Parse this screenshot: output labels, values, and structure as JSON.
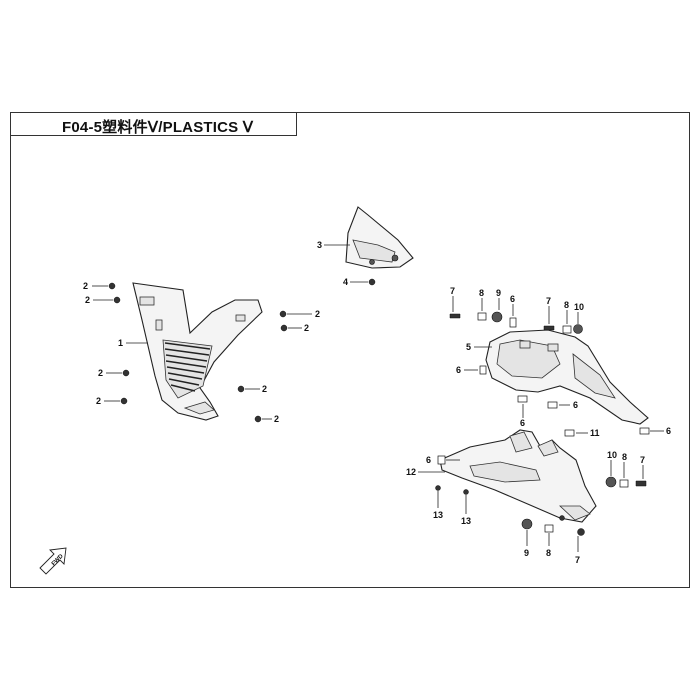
{
  "header": {
    "title": "F04-5塑料件Ⅴ/PLASTICS Ⅴ"
  },
  "callouts": {
    "c1": "1",
    "c2": "2",
    "c3": "3",
    "c4": "4",
    "c5": "5",
    "c6": "6",
    "c7": "7",
    "c8": "8",
    "c9": "9",
    "c10": "10",
    "c11": "11",
    "c12": "12",
    "c13": "13"
  },
  "direction_marker": {
    "label": "FWD",
    "icon": "fwd-arrow-icon"
  }
}
